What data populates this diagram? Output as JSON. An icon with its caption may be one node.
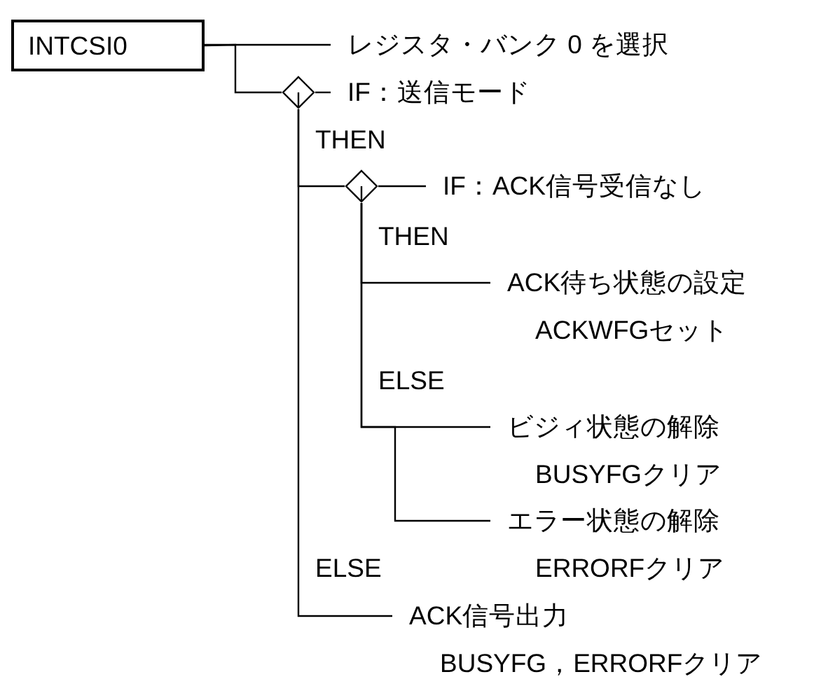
{
  "diagram": {
    "nodes": [
      {
        "text": [
          "INTCSI0"
        ]
      },
      {
        "text": [
          "レジスタ・バンク 0 を選択"
        ]
      },
      {
        "text": [],
        "shape": "diamond"
      },
      {
        "text": [
          "IF：送信モード"
        ]
      },
      {
        "text": [],
        "shape": "diamond"
      },
      {
        "text": [
          "IF：ACK信号受信なし"
        ]
      },
      {
        "text": [
          "ACK待ち状態の設定",
          "ACKWFGセット"
        ]
      },
      {
        "text": [
          "ビジィ状態の解除",
          "BUSYFGクリア"
        ]
      },
      {
        "text": [
          "エラー状態の解除",
          "ERRORFクリア"
        ]
      },
      {
        "text": [
          "ACK信号出力",
          "BUSYFG，ERRORFクリア"
        ]
      }
    ],
    "edges": [
      {
        "from": 0,
        "to": 1,
        "arrow": "none"
      },
      {
        "from": 0,
        "to": 2,
        "arrow": "none"
      },
      {
        "from": 2,
        "to": 3,
        "arrow": "none"
      },
      {
        "from": 2,
        "to": 4,
        "arrow": "none"
      },
      {
        "from": 4,
        "to": 5,
        "arrow": "none"
      },
      {
        "from": 4,
        "to": 6,
        "arrow": "none"
      },
      {
        "from": 4,
        "to": 7,
        "arrow": "none"
      },
      {
        "from": 4,
        "to": 8,
        "arrow": "none"
      },
      {
        "from": 2,
        "to": 9,
        "arrow": "none"
      }
    ],
    "labels": [
      "THEN",
      "THEN",
      "ELSE",
      "ELSE"
    ]
  }
}
